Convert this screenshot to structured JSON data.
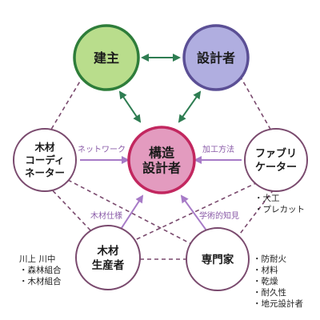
{
  "colors": {
    "green_fill": "#b9dd8c",
    "green_stroke": "#2e7d3a",
    "blue_fill": "#b0aee0",
    "blue_stroke": "#5b4f95",
    "pink_fill": "#e39bbf",
    "pink_stroke": "#c2275f",
    "plain_stroke": "#7a4a6e",
    "link_color": "#7a4a6e",
    "arrow_green": "#2e7d52",
    "arrow_purple": "#a77bc7",
    "label_purple": "#8a5ba8"
  },
  "nodes": {
    "client": {
      "lines": [
        "建主"
      ]
    },
    "designer": {
      "lines": [
        "設計者"
      ]
    },
    "structural_designer": {
      "lines": [
        "構造",
        "設計者"
      ]
    },
    "wood_coordinator": {
      "lines": [
        "木材",
        "コーディ",
        "ネーター"
      ]
    },
    "fabricator": {
      "lines": [
        "ファブリ",
        "ケーター"
      ]
    },
    "timber_producer": {
      "lines": [
        "木材",
        "生産者"
      ]
    },
    "expert": {
      "lines": [
        "専門家"
      ]
    }
  },
  "arrow_labels": {
    "network": "ネットワーク",
    "processing": "加工方法",
    "timber_spec": "木材仕様",
    "academic": "学術的知見"
  },
  "notes": {
    "fabricator": [
      "・大工",
      "・プレカット"
    ],
    "producer": [
      "川上 川中",
      "・森林組合",
      "・木材組合"
    ],
    "expert": [
      "・防耐火",
      "・材料",
      "・乾燥",
      "・耐久性",
      "・地元設計者"
    ]
  }
}
